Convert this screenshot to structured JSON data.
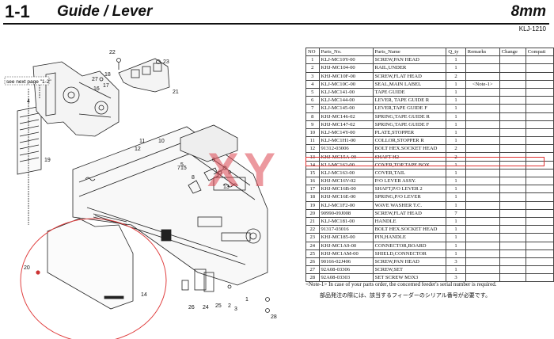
{
  "header": {
    "section_number": "1-1",
    "section_title": "Guide / Lever",
    "size": "8mm",
    "model": "KLJ-1210"
  },
  "diagram": {
    "callouts": [
      "1",
      "2",
      "3",
      "4",
      "5",
      "6",
      "7",
      "8",
      "9",
      "10",
      "11",
      "12",
      "13",
      "14",
      "15",
      "16",
      "17",
      "18",
      "19",
      "20",
      "21",
      "22",
      "23",
      "24",
      "25",
      "26",
      "27",
      "28"
    ],
    "see_next_page": "see next page \"1-2\""
  },
  "table": {
    "columns": [
      "NO",
      "Parts_No.",
      "Parts_Name",
      "Q_ty",
      "Remarks",
      "Change",
      "Compati"
    ],
    "rows": [
      [
        "1",
        "KLJ-MC10Y-00",
        "SCREW,PAN HEAD",
        "1",
        "",
        "",
        ""
      ],
      [
        "2",
        "KHJ-MC104-00",
        "RAIL,UNDER",
        "1",
        "",
        "",
        ""
      ],
      [
        "3",
        "KHJ-MC10F-00",
        "SCREW,FLAT HEAD",
        "2",
        "",
        "",
        ""
      ],
      [
        "4",
        "KLJ-MC10C-00",
        "SEAL,MAIN LABEL",
        "1",
        "<Note-1>",
        "",
        ""
      ],
      [
        "5",
        "KLJ-MC141-00",
        "TAPE GUIDE",
        "1",
        "",
        "",
        ""
      ],
      [
        "6",
        "KLJ-MC144-00",
        "LEVER, TAPE GUIDE R",
        "1",
        "",
        "",
        ""
      ],
      [
        "7",
        "KLJ-MC145-00",
        "LEVER,TAPE GUIDE F",
        "1",
        "",
        "",
        ""
      ],
      [
        "8",
        "KHJ-MC146-02",
        "SPRING,TAPE GUIDE R",
        "1",
        "",
        "",
        ""
      ],
      [
        "9",
        "KHJ-MC147-02",
        "SPRING,TAPE GUIDE F",
        "1",
        "",
        "",
        ""
      ],
      [
        "10",
        "KLJ-MC14Y-00",
        "PLATE,STOPPER",
        "1",
        "",
        "",
        ""
      ],
      [
        "11",
        "KLJ-MC1H1-00",
        "COLLOR,STOPPER R",
        "1",
        "",
        "",
        ""
      ],
      [
        "12",
        "91312-03006",
        "BOLT HEX.SOCKET HEAD",
        "2",
        "",
        "",
        ""
      ],
      [
        "13",
        "KHJ-MC15A-00",
        "SHAFT H2",
        "2",
        "",
        "",
        ""
      ],
      [
        "14",
        "KLJ-MC162-00",
        "COVER,TOP TAPE BOX",
        "1",
        "",
        "",
        ""
      ],
      [
        "15",
        "KLJ-MC163-00",
        "COVER,TAIL",
        "1",
        "",
        "",
        ""
      ],
      [
        "16",
        "KHJ-MC16V-02",
        "P/O LEVER ASSY.",
        "1",
        "",
        "",
        ""
      ],
      [
        "17",
        "KHJ-MC16B-00",
        "SHAFT,P/O LEVER 2",
        "1",
        "",
        "",
        ""
      ],
      [
        "18",
        "KHJ-MC16E-00",
        "SPRING,P/O LEVER",
        "1",
        "",
        "",
        ""
      ],
      [
        "19",
        "KLJ-MC1F2-00",
        "WAVE WASHER T.C.",
        "1",
        "",
        "",
        ""
      ],
      [
        "20",
        "90990-09J008",
        "SCREW,FLAT HEAD",
        "7",
        "",
        "",
        ""
      ],
      [
        "21",
        "KLJ-MC181-00",
        "HANDLE",
        "1",
        "",
        "",
        ""
      ],
      [
        "22",
        "91317-03016",
        "BOLT HEX.SOCKET HEAD",
        "1",
        "",
        "",
        ""
      ],
      [
        "23",
        "KHJ-MC185-00",
        "PIN,HANDLE",
        "1",
        "",
        "",
        ""
      ],
      [
        "24",
        "KHJ-MC1A9-00",
        "CONNECTOR,BOARD",
        "1",
        "",
        "",
        ""
      ],
      [
        "25",
        "KHJ-MC1AM-00",
        "SHIELD,CONNECTOR",
        "1",
        "",
        "",
        ""
      ],
      [
        "26",
        "90166-02J406",
        "SCREW,PAN HEAD",
        "3",
        "",
        "",
        ""
      ],
      [
        "27",
        "92A08-03306",
        "SCREW,SET",
        "1",
        "",
        "",
        ""
      ],
      [
        "28",
        "92A08-03303",
        "SET SCREW M3X3",
        "3",
        "",
        "",
        ""
      ]
    ]
  },
  "notes": {
    "note1": "<Note-1> In case of your parts order, the concerned feeder's serial number is required.",
    "note2": "部品発注の際には、該当するフィーダーのシリアル番号が必要です。"
  },
  "watermark": "XY"
}
